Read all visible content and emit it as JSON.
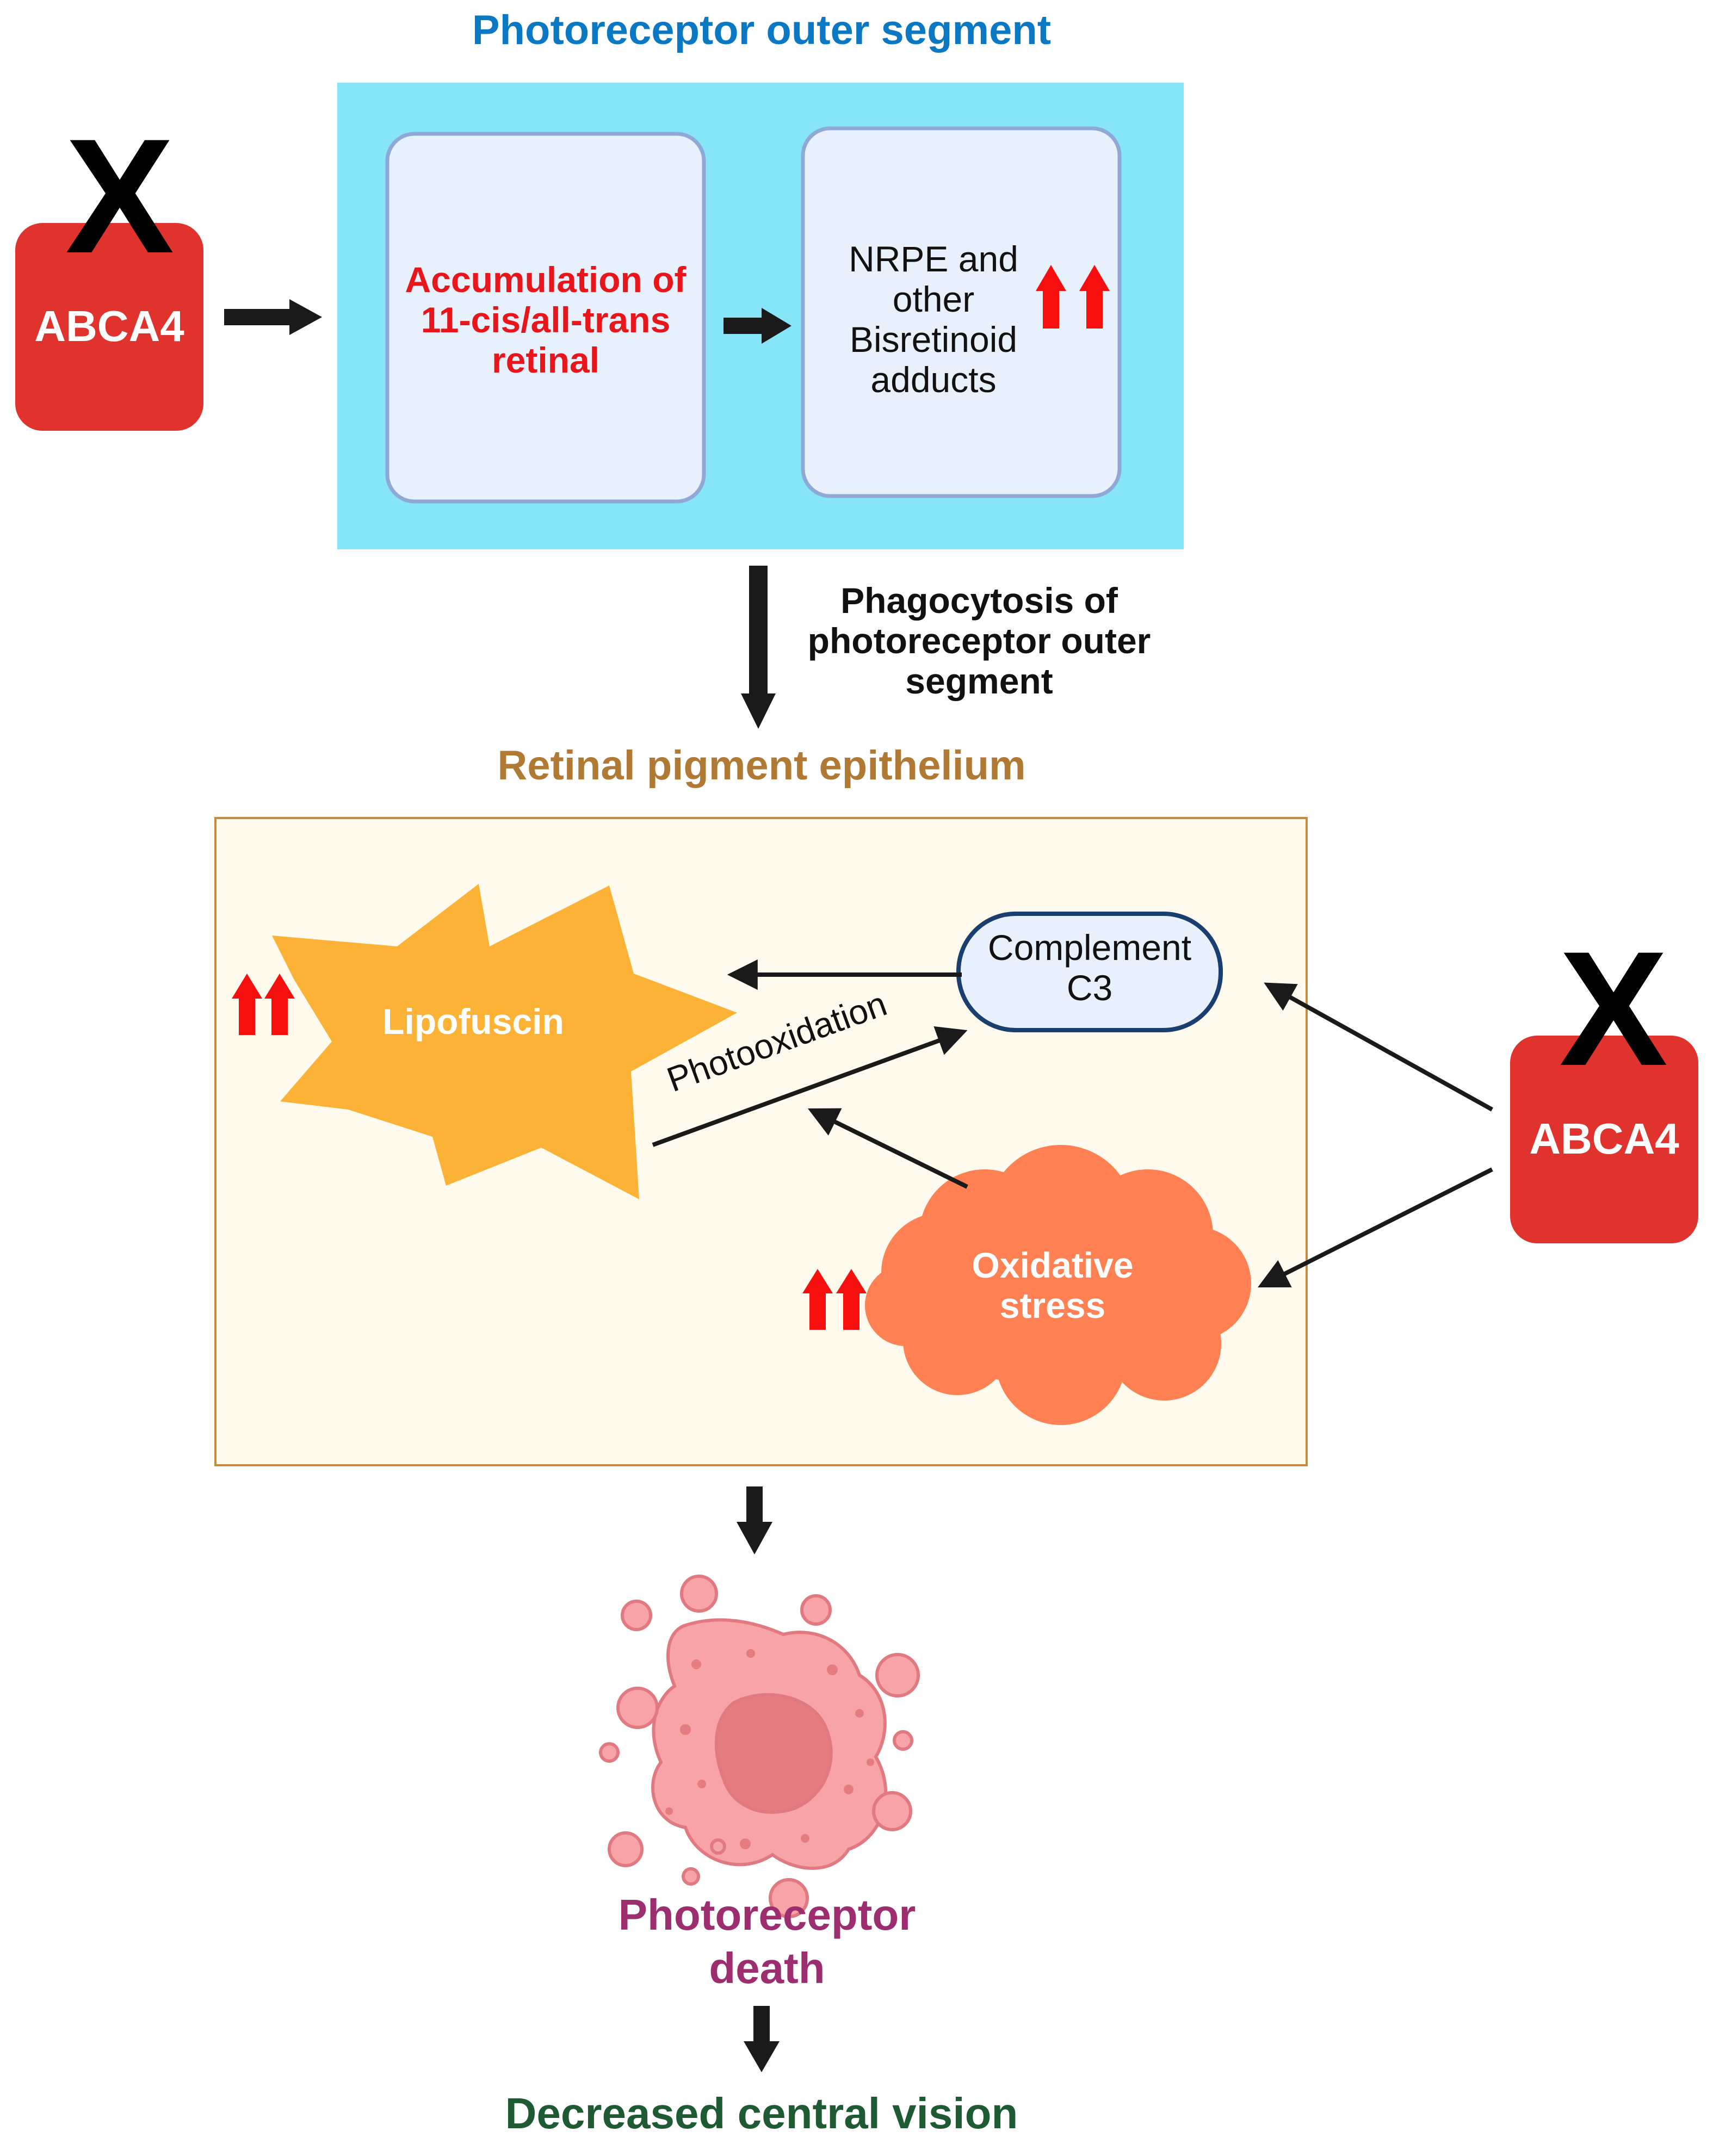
{
  "photoreceptor_outer_segment": {
    "title": "Photoreceptor outer segment",
    "accumulation_box": {
      "line1": "Accumulation of",
      "line2": "11-cis/all-trans",
      "line3": "retinal"
    },
    "nrpe_box": {
      "line1": "NRPE and",
      "line2": "other",
      "line3": "Bisretinoid",
      "line4": "adducts"
    }
  },
  "abca4_top": {
    "label": "ABCA4",
    "knockout_mark": "X"
  },
  "phagocytosis": {
    "line1": "Phagocytosis of",
    "line2": "photoreceptor outer",
    "line3": "segment"
  },
  "retinal_pigment_epithelium": {
    "title": "Retinal pigment epithelium",
    "lipofuscin": "Lipofuscin",
    "complement": {
      "line1": "Complement",
      "line2": "C3"
    },
    "photooxidation": "Photooxidation",
    "oxidative_stress": {
      "line1": "Oxidative",
      "line2": "stress"
    }
  },
  "abca4_right": {
    "label": "ABCA4",
    "knockout_mark": "X"
  },
  "photoreceptor_death": {
    "line1": "Photoreceptor",
    "line2": "death"
  },
  "outcome": "Decreased central vision",
  "colors": {
    "outer_segment_bg": "#86E5F7",
    "inner_box_fill": "#E8F0FC",
    "inner_box_stroke": "#8FA8D6",
    "outer_segment_title": "#0A78C2",
    "accumulation_text": "#E8151B",
    "abca4_fill": "#E0332D",
    "rpe_bg": "#FEFAEE",
    "rpe_border": "#C58C3E",
    "rpe_title": "#B07A35",
    "lipofuscin_fill": "#FCB237",
    "complement_stroke": "#1A3E6E",
    "oxidative_fill": "#FF8052",
    "up_arrow": "#F50F0F",
    "death_text": "#9C2D6E",
    "outcome_text": "#1E5A32",
    "cell_fill": "#F7A3A8",
    "nucleus_fill": "#E57D80"
  }
}
